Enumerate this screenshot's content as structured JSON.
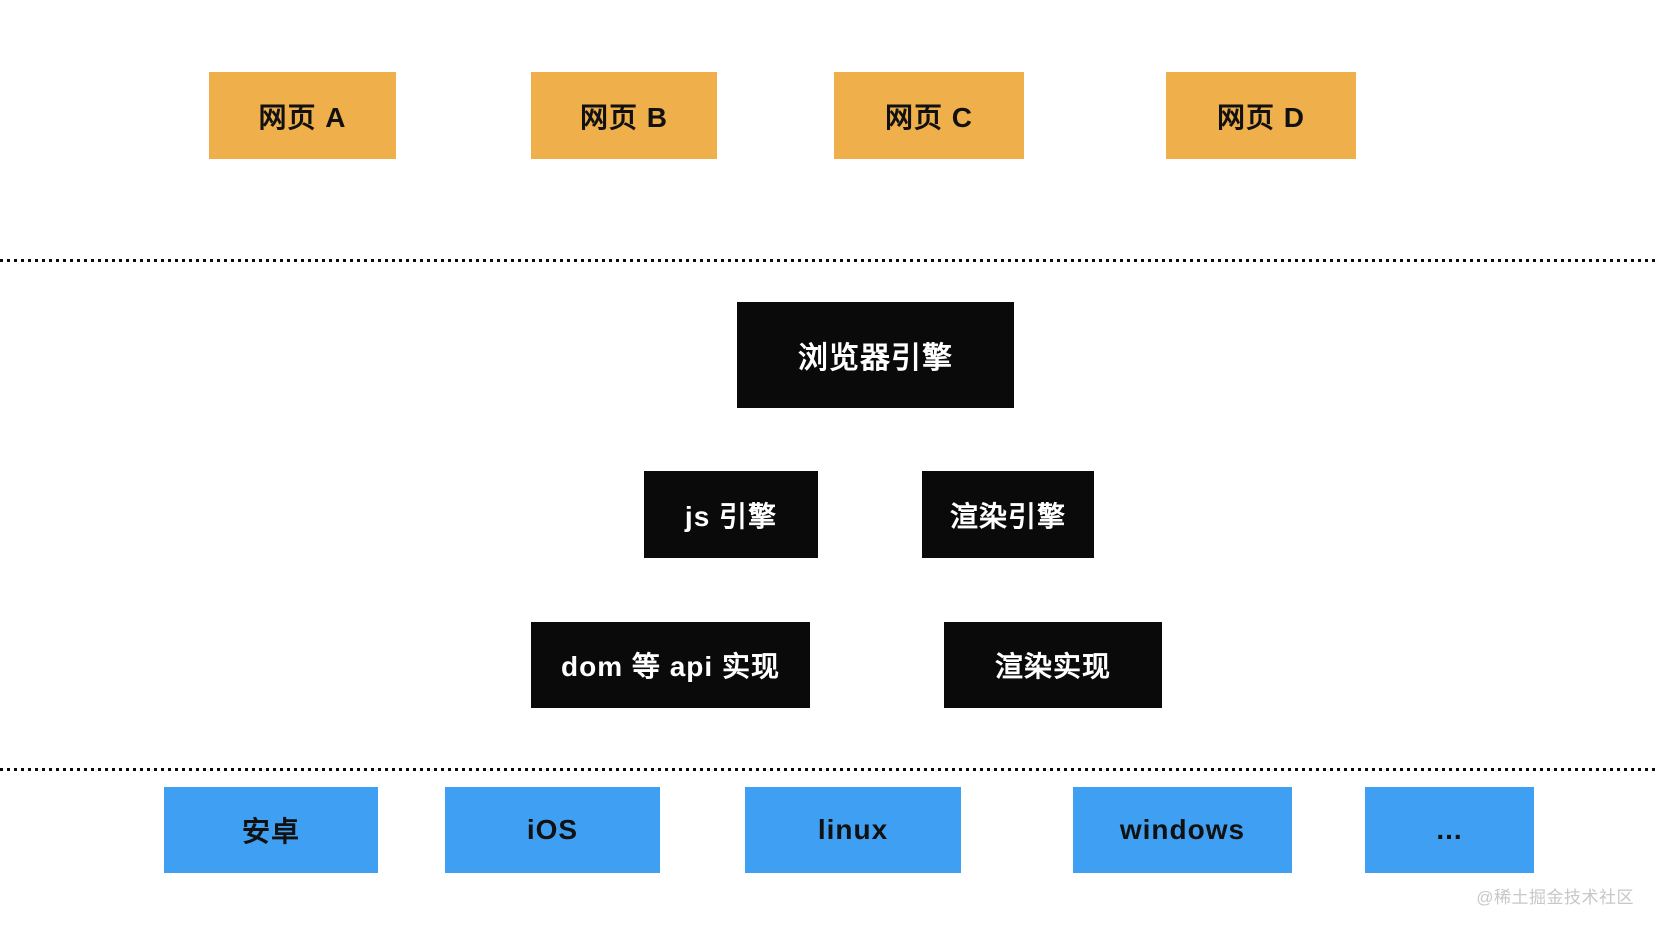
{
  "diagram": {
    "web_pages": [
      {
        "label": "网页 A"
      },
      {
        "label": "网页 B"
      },
      {
        "label": "网页 C"
      },
      {
        "label": "网页 D"
      }
    ],
    "browser_engine": {
      "label": "浏览器引擎"
    },
    "engines": [
      {
        "label": "js 引擎"
      },
      {
        "label": "渲染引擎"
      }
    ],
    "implementations": [
      {
        "label": "dom 等 api 实现"
      },
      {
        "label": "渲染实现"
      }
    ],
    "platforms": [
      {
        "label": "安卓"
      },
      {
        "label": "iOS"
      },
      {
        "label": "linux"
      },
      {
        "label": "windows"
      },
      {
        "label": "..."
      }
    ],
    "watermark": "@稀土掘金技术社区",
    "colors": {
      "web_page_fill": "#efaf4b",
      "engine_fill": "#0a0a0a",
      "engine_text": "#ffffff",
      "platform_fill": "#3f9ff2",
      "box_text": "#111111",
      "dotted_line": "#0b0b0b",
      "watermark_text": "#c7c7c7",
      "background": "#ffffff"
    }
  }
}
